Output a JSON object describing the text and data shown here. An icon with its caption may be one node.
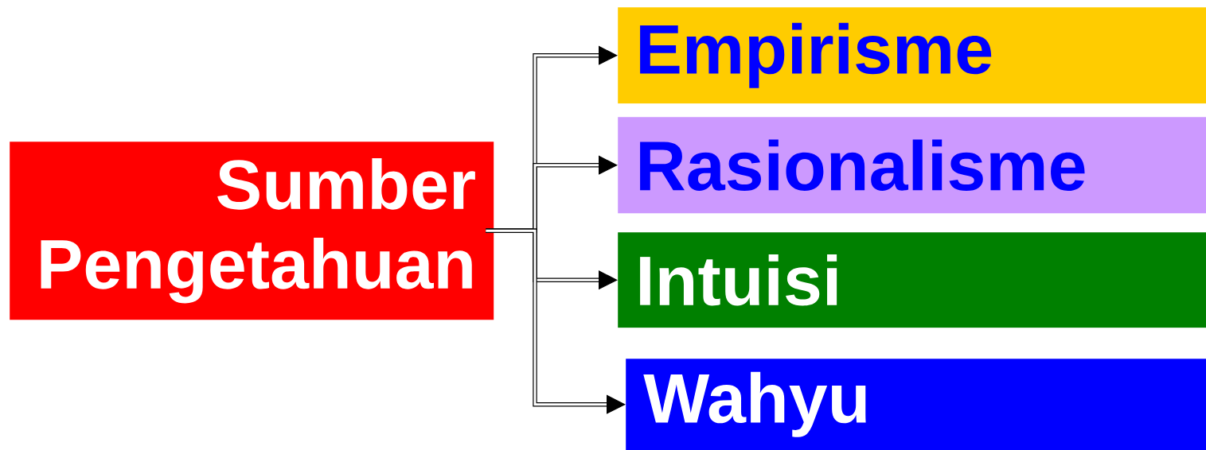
{
  "diagram": {
    "nodes": [
      {
        "text": [
          "Sumber Pengetahuan"
        ]
      },
      {
        "text": [
          "Empirisme"
        ]
      },
      {
        "text": [
          "Rasionalisme"
        ]
      },
      {
        "text": [
          "Intuisi"
        ]
      },
      {
        "text": [
          "Wahyu"
        ]
      }
    ],
    "edges": [
      {
        "from": 0,
        "to": 1,
        "arrow": "to"
      },
      {
        "from": 0,
        "to": 2,
        "arrow": "to"
      },
      {
        "from": 0,
        "to": 3,
        "arrow": "to"
      },
      {
        "from": 0,
        "to": 4,
        "arrow": "to"
      }
    ]
  }
}
